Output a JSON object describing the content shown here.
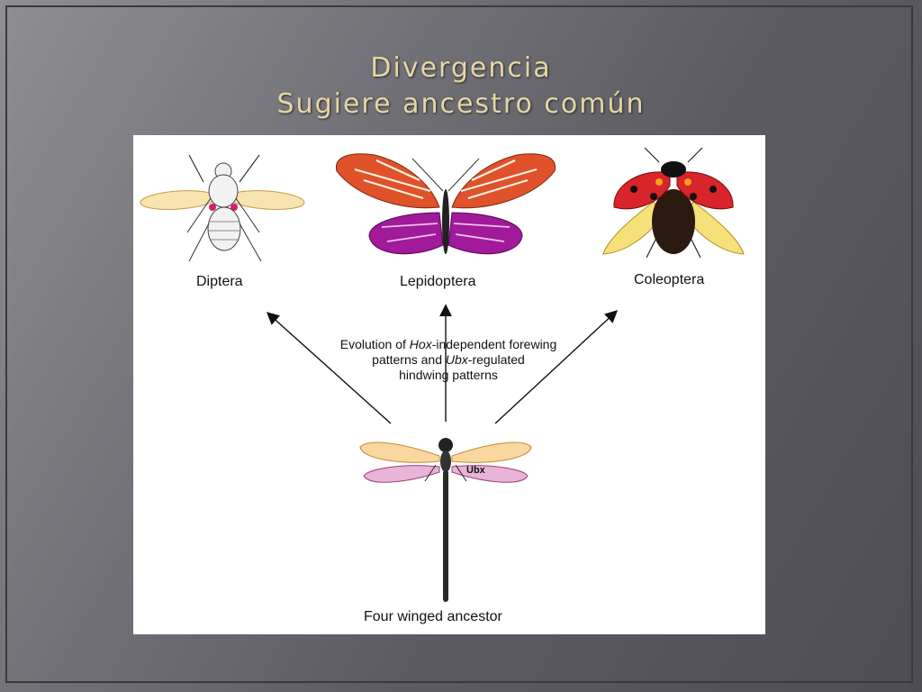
{
  "slide": {
    "title_line1": "Divergencia",
    "title_line2": "Sugiere ancestro común"
  },
  "diagram": {
    "labels": {
      "diptera": "Diptera",
      "lepidoptera": "Lepidoptera",
      "coleoptera": "Coleoptera",
      "ancestor": "Four winged ancestor",
      "ubx": "Ubx"
    },
    "evolution_text": {
      "p1": "Evolution of ",
      "hox": "Hox",
      "p2": "-independent forewing",
      "p3": "patterns and ",
      "ubx": "Ubx",
      "p4": "-regulated",
      "p5": "hindwing patterns"
    },
    "colors": {
      "forewing_orange": "#e0522a",
      "hindwing_purple": "#a01a9a",
      "ladybug_red": "#d8242a",
      "pale_wing": "#f4d79a",
      "haltere_pink": "#d0206a"
    }
  }
}
